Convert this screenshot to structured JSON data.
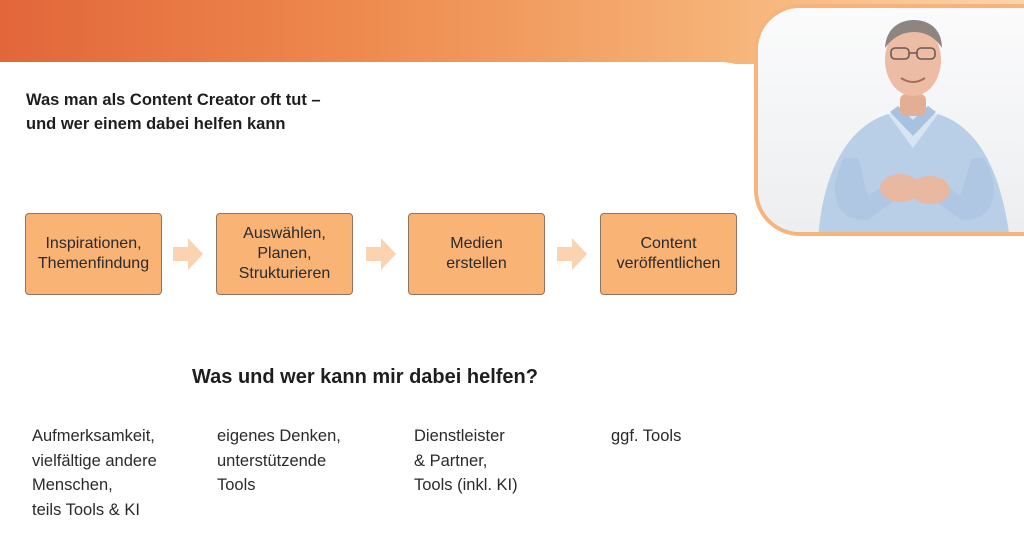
{
  "slide": {
    "title_line1": "Was man als Content Creator oft tut –",
    "title_line2": "und wer einem dabei helfen kann",
    "process_steps": [
      "Inspirationen,\nThemenfindung",
      "Auswählen,\nPlanen,\nStrukturieren",
      "Medien\nerstellen",
      "Content\nveröffentlichen"
    ],
    "subheading": "Was und wer kann mir dabei helfen?",
    "helpers": [
      "Aufmerksamkeit,\nvielfältige andere\nMenschen,\nteils Tools & KI",
      "eigenes Denken,\nunterstützende\nTools",
      "Dienstleister\n& Partner,\nTools (inkl. KI)",
      "ggf. Tools"
    ]
  },
  "colors": {
    "accent_orange": "#e2663a",
    "box_fill": "#f9b475",
    "arrow_fill": "#fbd3b0"
  },
  "icons": {
    "arrow": "arrow-right-icon",
    "presenter": "presenter-video"
  }
}
